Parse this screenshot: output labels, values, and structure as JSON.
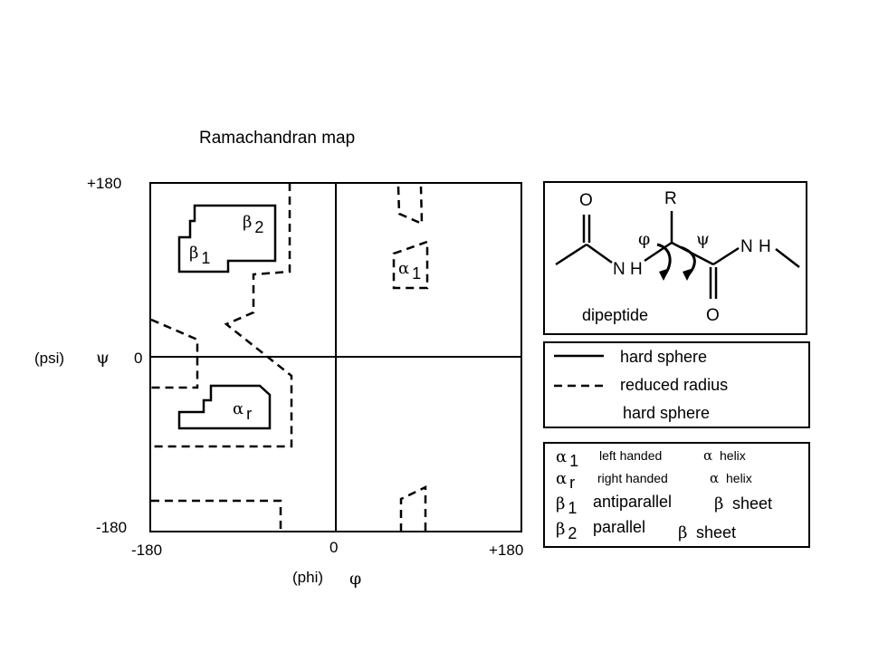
{
  "title": "Ramachandran map",
  "axes": {
    "y_top": "+180",
    "y_zero": "0",
    "y_bottom": "-180",
    "y_name": "(psi)",
    "y_symbol": "ψ",
    "x_left": "-180",
    "x_zero": "0",
    "x_right": "+180",
    "x_name": "(phi)",
    "x_symbol": "φ"
  },
  "regions": {
    "beta": "β",
    "alpha": "α",
    "sub_1": "1",
    "sub_2": "2",
    "sub_r": "r"
  },
  "dipeptide": {
    "o_top": "O",
    "r_group": "R",
    "nh_left_n": "N",
    "nh_left_h": "H",
    "nh_right_n": "N",
    "nh_right_h": "H",
    "o_bottom": "O",
    "phi": "φ",
    "psi": "ψ",
    "caption": "dipeptide"
  },
  "legend": {
    "solid_label": "hard sphere",
    "dashed_label_1": "reduced radius",
    "dashed_label_2": "hard sphere"
  },
  "key": {
    "alpha": "α",
    "beta": "β",
    "sub_1": "1",
    "sub_r": "r",
    "sub_2": "2",
    "a1_text": "left handed",
    "a1_alpha": "α",
    "a1_type": "helix",
    "ar_text": "right handed",
    "ar_alpha": "α",
    "ar_type": "helix",
    "b1_text": "antiparallel",
    "b1_beta": "β",
    "b1_type": "sheet",
    "b2_text": "parallel",
    "b2_beta": "β",
    "b2_type": "sheet"
  }
}
